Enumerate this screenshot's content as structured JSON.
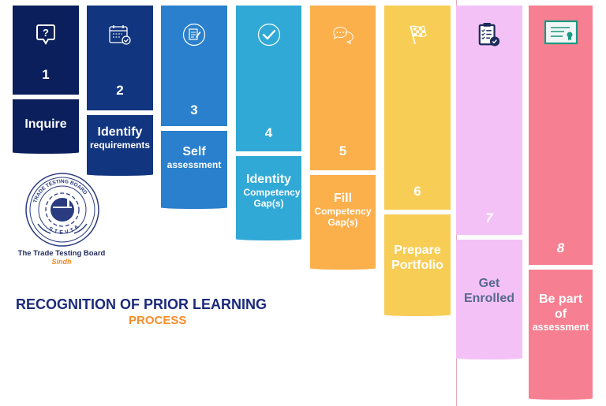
{
  "title": {
    "main": "RECOGNITION OF PRIOR LEARNING",
    "sub": "PROCESS",
    "main_color": "#1b2a7a",
    "sub_color": "#f58d2b"
  },
  "logo": {
    "name": "The Trade Testing Board",
    "region": "Sindh",
    "seal_top_text": "TRADE TESTING BOARD",
    "seal_bottom_text": "STEVTA"
  },
  "steps": [
    {
      "number": "1",
      "label_main": "Inquire",
      "label_sub": "",
      "icon": "question-bubble-icon",
      "color": "#0a1f5c"
    },
    {
      "number": "2",
      "label_main": "Identify",
      "label_sub": "requirements",
      "icon": "calendar-check-icon",
      "color": "#12357f"
    },
    {
      "number": "3",
      "label_main": "Self",
      "label_sub": "assessment",
      "icon": "document-edit-icon",
      "color": "#2a80cc"
    },
    {
      "number": "4",
      "label_main": "Identity",
      "label_sub": "Competency Gap(s)",
      "icon": "check-circle-icon",
      "color": "#31a9d6"
    },
    {
      "number": "5",
      "label_main": "Fill",
      "label_sub": "Competency Gap(s)",
      "icon": "chat-bubbles-icon",
      "color": "#fcb04c"
    },
    {
      "number": "6",
      "label_main": "Prepare Portfolio",
      "label_sub": "",
      "icon": "checkered-flag-icon",
      "color": "#f8cd55"
    },
    {
      "number": "7",
      "label_main": "Get Enrolled",
      "label_sub": "",
      "icon": "clipboard-check-icon",
      "color": "#f4c1f7"
    },
    {
      "number": "8",
      "label_main": "Be part of",
      "label_sub": "assessment",
      "icon": "certificate-icon",
      "color": "#f68091"
    }
  ]
}
